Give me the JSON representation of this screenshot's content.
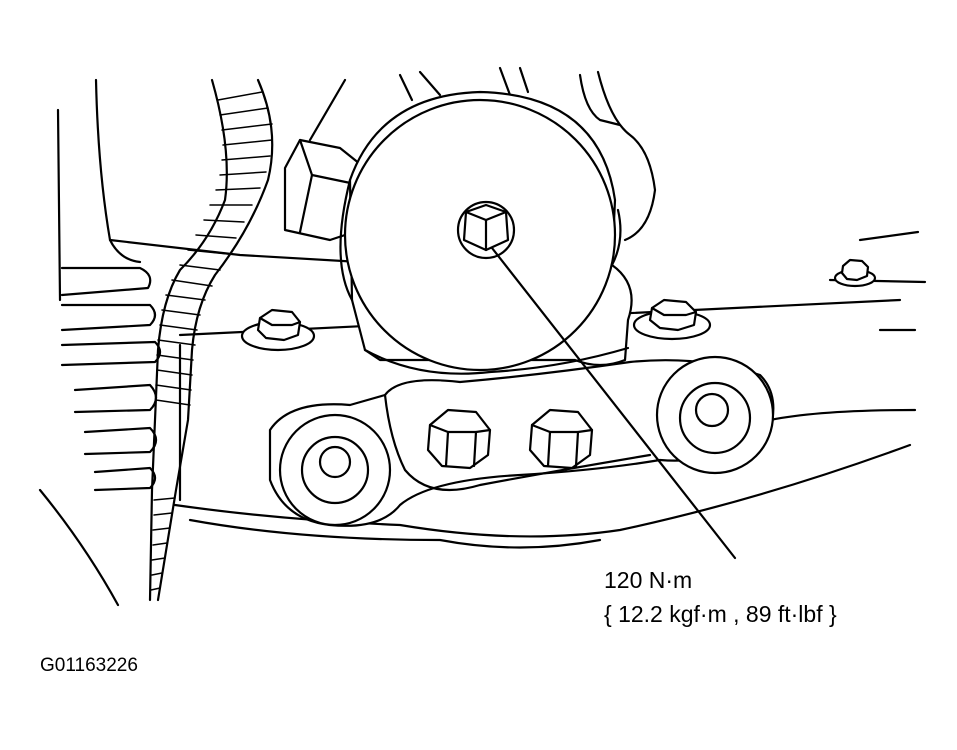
{
  "figure": {
    "id_label": "G01163226"
  },
  "callout": {
    "torque_nm": "120 N·m",
    "torque_alt": "{ 12.2 kgf·m , 89 ft·lbf }"
  },
  "colors": {
    "line": "#000000",
    "background": "#ffffff"
  }
}
